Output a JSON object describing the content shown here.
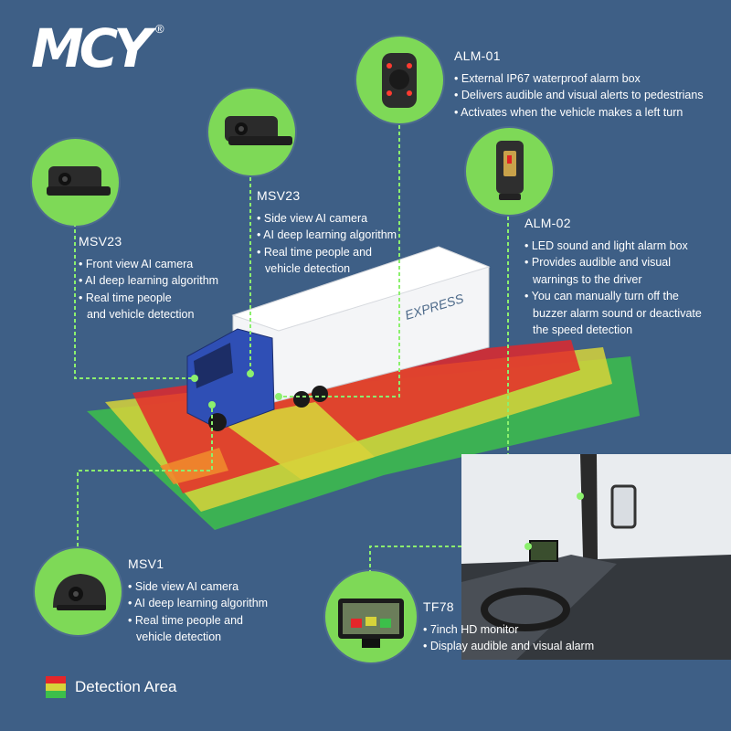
{
  "brand": {
    "logo_text": "MCY",
    "registered_mark": "®"
  },
  "colors": {
    "background": "#3e5f86",
    "circle_green": "#7ed957",
    "zone_red": "#e5262a",
    "zone_yellow": "#d7d33a",
    "zone_green": "#3cbf4a",
    "connector": "#8cf06e"
  },
  "products": {
    "alm01": {
      "title": "ALM-01",
      "lines": [
        "External IP67 waterproof alarm box",
        "Delivers audible and visual alerts to pedestrians",
        "Activates when the vehicle makes a left turn"
      ]
    },
    "msv23_side": {
      "title": "MSV23",
      "lines": [
        "Side view AI camera",
        "AI deep learning algorithm",
        "Real time people and",
        "vehicle detection"
      ]
    },
    "msv23_front": {
      "title": "MSV23",
      "lines": [
        "Front view AI camera",
        "AI deep learning algorithm",
        "Real time people",
        "and vehicle detection"
      ]
    },
    "alm02": {
      "title": "ALM-02",
      "lines": [
        "LED sound and light alarm box",
        "Provides audible and visual",
        "warnings to the driver",
        "You can manually turn off the",
        "buzzer alarm sound or deactivate",
        "the speed detection"
      ]
    },
    "msv1": {
      "title": "MSV1",
      "lines": [
        "Side view AI camera",
        "AI deep learning algorithm",
        "Real time people and",
        "vehicle detection"
      ]
    },
    "tf78": {
      "title": "TF78",
      "lines": [
        "7inch HD monitor",
        "Display audible and visual alarm"
      ]
    }
  },
  "truck": {
    "trailer_text": "EXPRESS"
  },
  "legend": {
    "label": "Detection Area"
  }
}
